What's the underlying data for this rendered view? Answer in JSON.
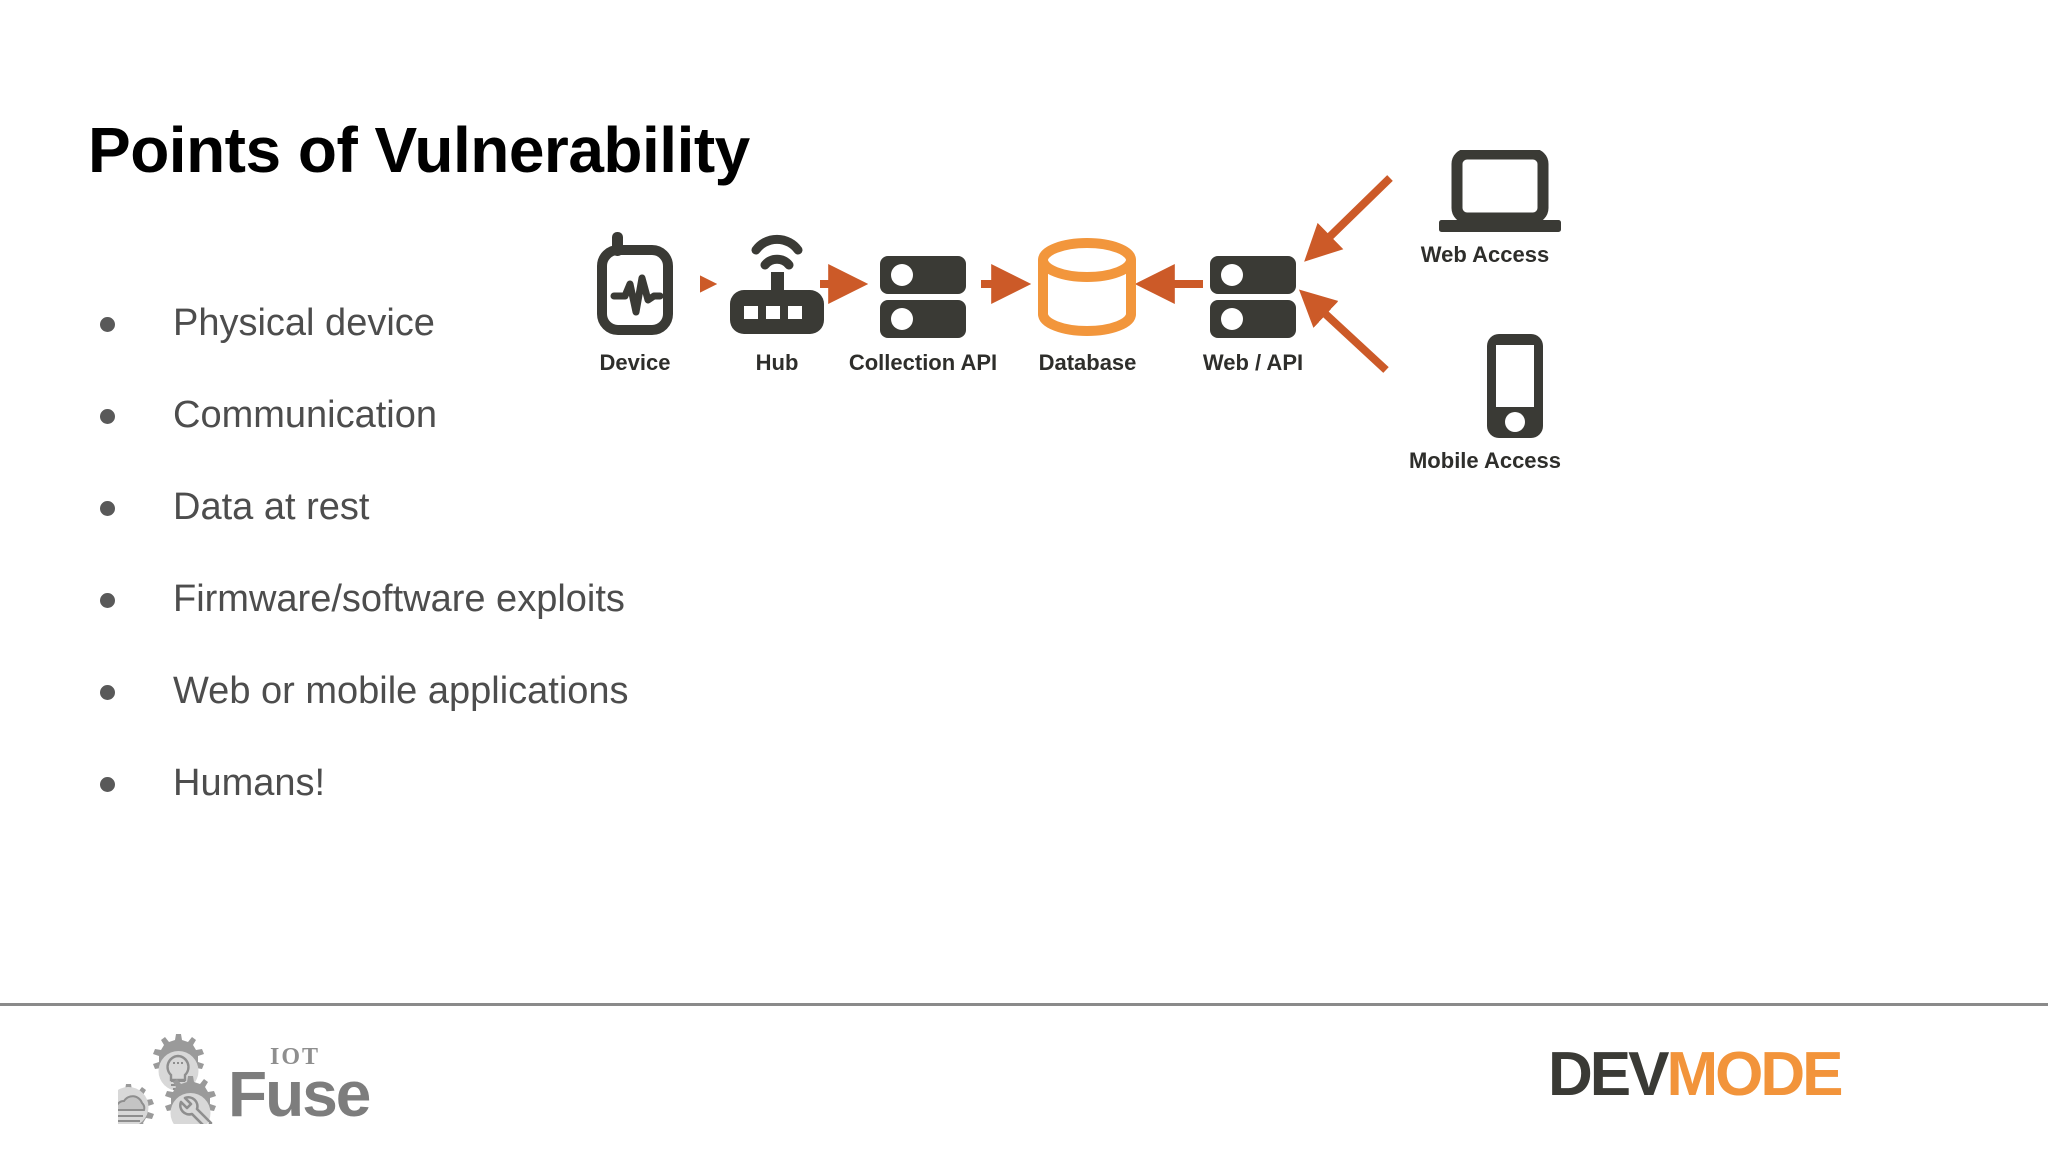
{
  "slide": {
    "title": "Points of Vulnerability",
    "bullets": [
      {
        "text": "Physical device"
      },
      {
        "text": "Communication"
      },
      {
        "text": "Data at rest"
      },
      {
        "text": "Firmware/software exploits"
      },
      {
        "text": "Web or mobile applications"
      },
      {
        "text": "Humans!"
      }
    ]
  },
  "diagram": {
    "nodes": [
      {
        "id": "device",
        "label": "Device",
        "icon": "sensor-device-icon"
      },
      {
        "id": "hub",
        "label": "Hub",
        "icon": "router-hub-icon"
      },
      {
        "id": "collection",
        "label": "Collection API",
        "icon": "server-icon"
      },
      {
        "id": "database",
        "label": "Database",
        "icon": "database-cylinder-icon"
      },
      {
        "id": "webapi",
        "label": "Web / API",
        "icon": "server-icon"
      },
      {
        "id": "web-access",
        "label": "Web Access",
        "icon": "laptop-icon"
      },
      {
        "id": "mobile-access",
        "label": "Mobile Access",
        "icon": "smartphone-icon"
      }
    ],
    "connectors": [
      {
        "from": "device",
        "to": "hub",
        "direction": "right"
      },
      {
        "from": "hub",
        "to": "collection",
        "direction": "right"
      },
      {
        "from": "collection",
        "to": "database",
        "direction": "right"
      },
      {
        "from": "webapi",
        "to": "database",
        "direction": "left"
      },
      {
        "from": "web-access",
        "to": "webapi",
        "direction": "down-left"
      },
      {
        "from": "mobile-access",
        "to": "webapi",
        "direction": "up-left"
      }
    ]
  },
  "footer": {
    "iotfuse": {
      "small_text": "IOT",
      "word": "Fuse"
    },
    "devmode": {
      "dark_part": "DEV",
      "accent_part": "MODE"
    }
  },
  "colors": {
    "title": "#000000",
    "bullet_text": "#4d4d4d",
    "icon_dark": "#3a3a35",
    "arrow_orange": "#cc5a28",
    "database_orange": "#f2963c",
    "accent_orange": "#f2943b",
    "rule_gray": "#8a8a8a",
    "logo_gray": "#8e8e8e"
  }
}
